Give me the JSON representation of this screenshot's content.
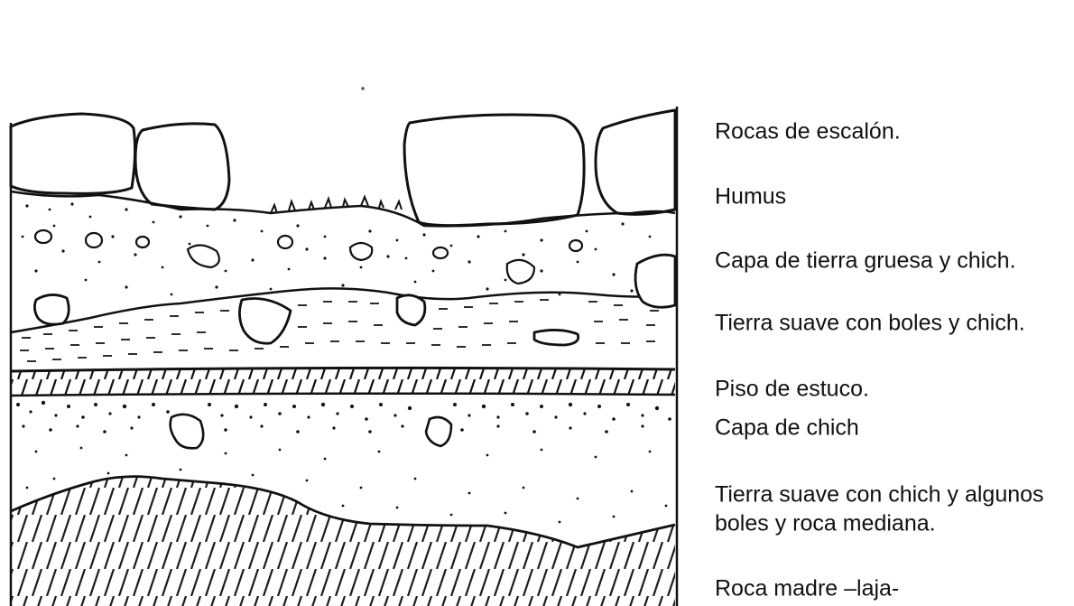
{
  "labels": {
    "rocas": "Rocas de escalón.",
    "humus": "Humus",
    "capa_gruesa": "Capa de tierra gruesa y chich.",
    "tierra_boles": "Tierra suave con boles y chich.",
    "piso": "Piso de estuco.",
    "capa_chich": "Capa de chich",
    "tierra_chich_line1": "Tierra suave con chich y algunos",
    "tierra_chich_line2": "boles y roca mediana.",
    "roca_madre": "Roca madre –laja-"
  },
  "colors": {
    "ink": "#111111",
    "background": "#ffffff"
  }
}
